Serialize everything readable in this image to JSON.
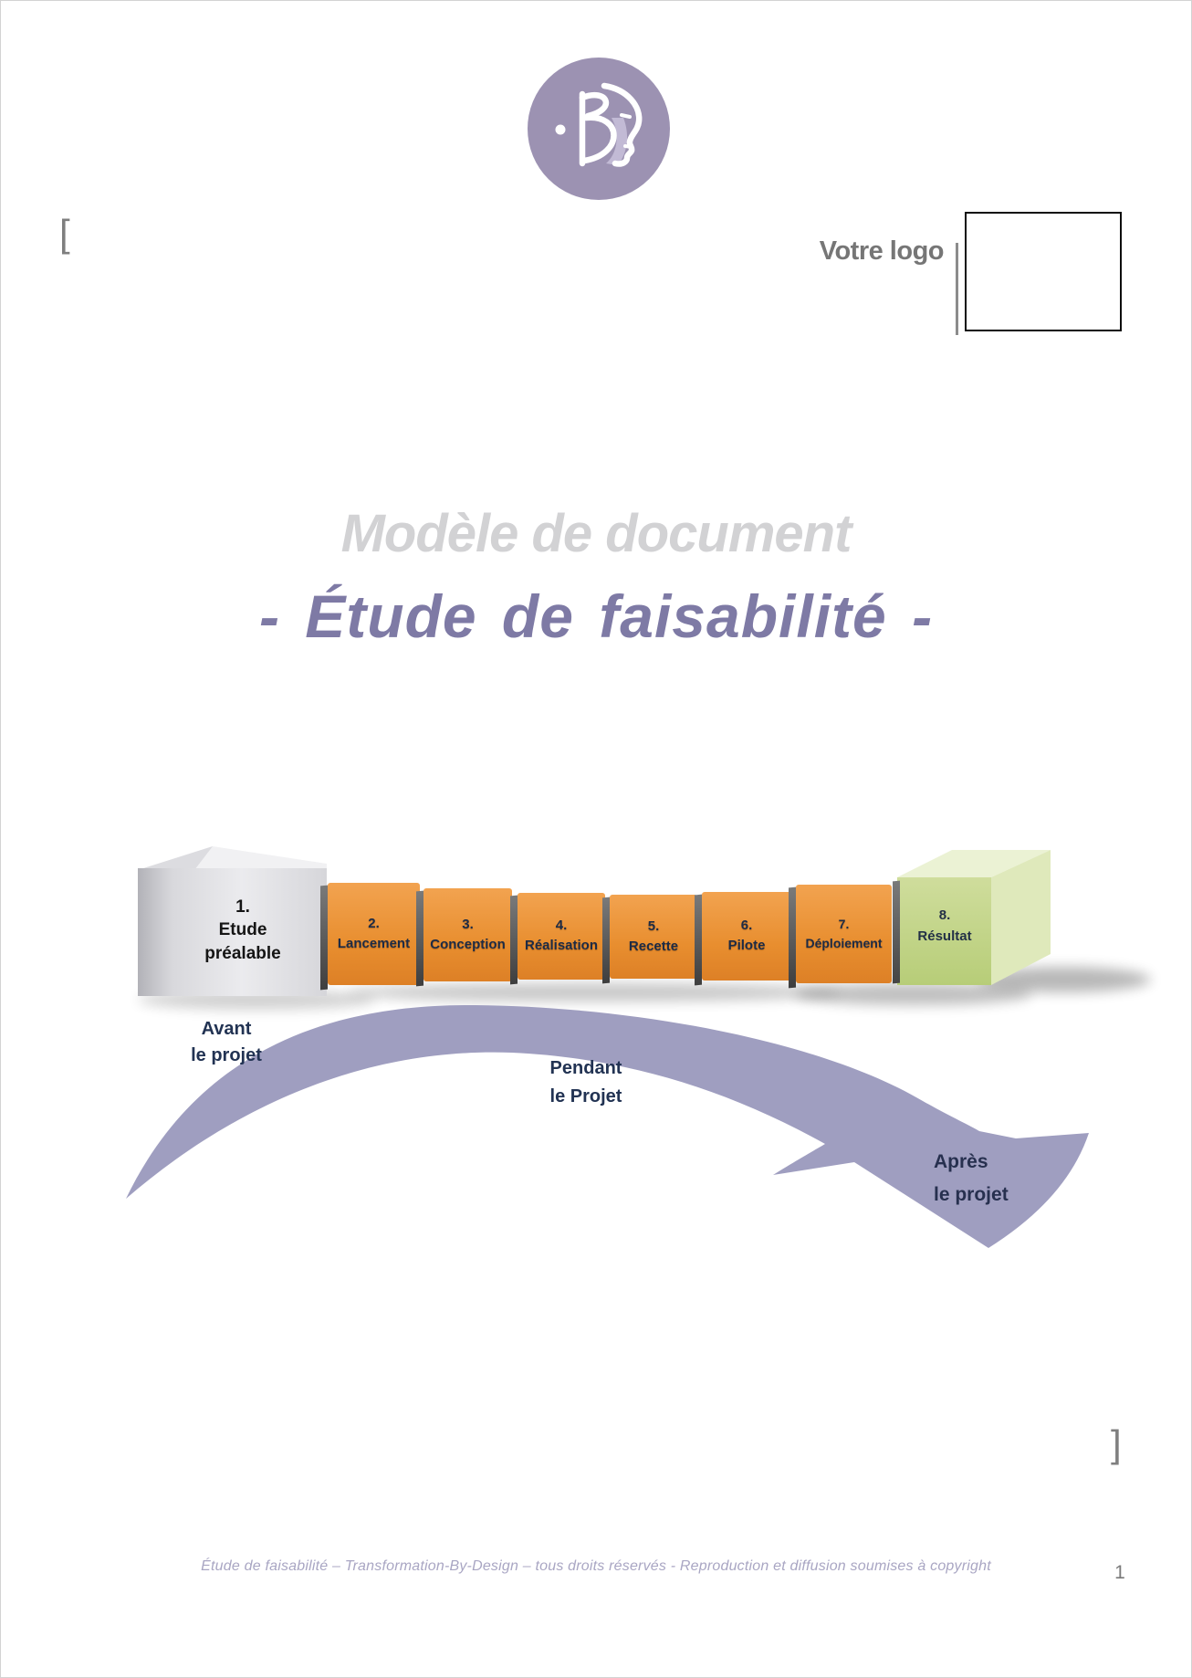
{
  "header": {
    "your_logo_label": "Votre logo",
    "brackets": {
      "left": "[",
      "right": "]"
    }
  },
  "title": {
    "subtitle": "Modèle de document",
    "main": "- Étude de faisabilité -"
  },
  "diagram": {
    "steps": [
      {
        "num": "1.",
        "line1": "Etude",
        "line2": "préalable"
      },
      {
        "num": "2.",
        "label": "Lancement"
      },
      {
        "num": "3.",
        "label": "Conception"
      },
      {
        "num": "4.",
        "label": "Réalisation"
      },
      {
        "num": "5.",
        "label": "Recette"
      },
      {
        "num": "6.",
        "label": "Pilote"
      },
      {
        "num": "7.",
        "label": "Déploiement"
      },
      {
        "num": "8.",
        "label": "Résultat"
      }
    ],
    "phases": [
      {
        "line1": "Avant",
        "line2": "le projet"
      },
      {
        "line1": "Pendant",
        "line2": "le Projet"
      },
      {
        "line1": "Après",
        "line2": "le projet"
      }
    ]
  },
  "footer": {
    "copyright": "Étude de faisabilité – Transformation-By-Design – tous droits réservés - Reproduction et diffusion soumises à copyright",
    "page_number": "1"
  },
  "colors": {
    "logo_purple": "#9C92B2",
    "title_purple": "#7E7AA5",
    "subtitle_gray": "#D2D2D4",
    "step_orange": "#E8913A",
    "result_green": "#C8DA8E",
    "arrow_lavender": "#9F9EC0",
    "footer_lavender": "#A9A6C3",
    "label_navy": "#223353"
  }
}
